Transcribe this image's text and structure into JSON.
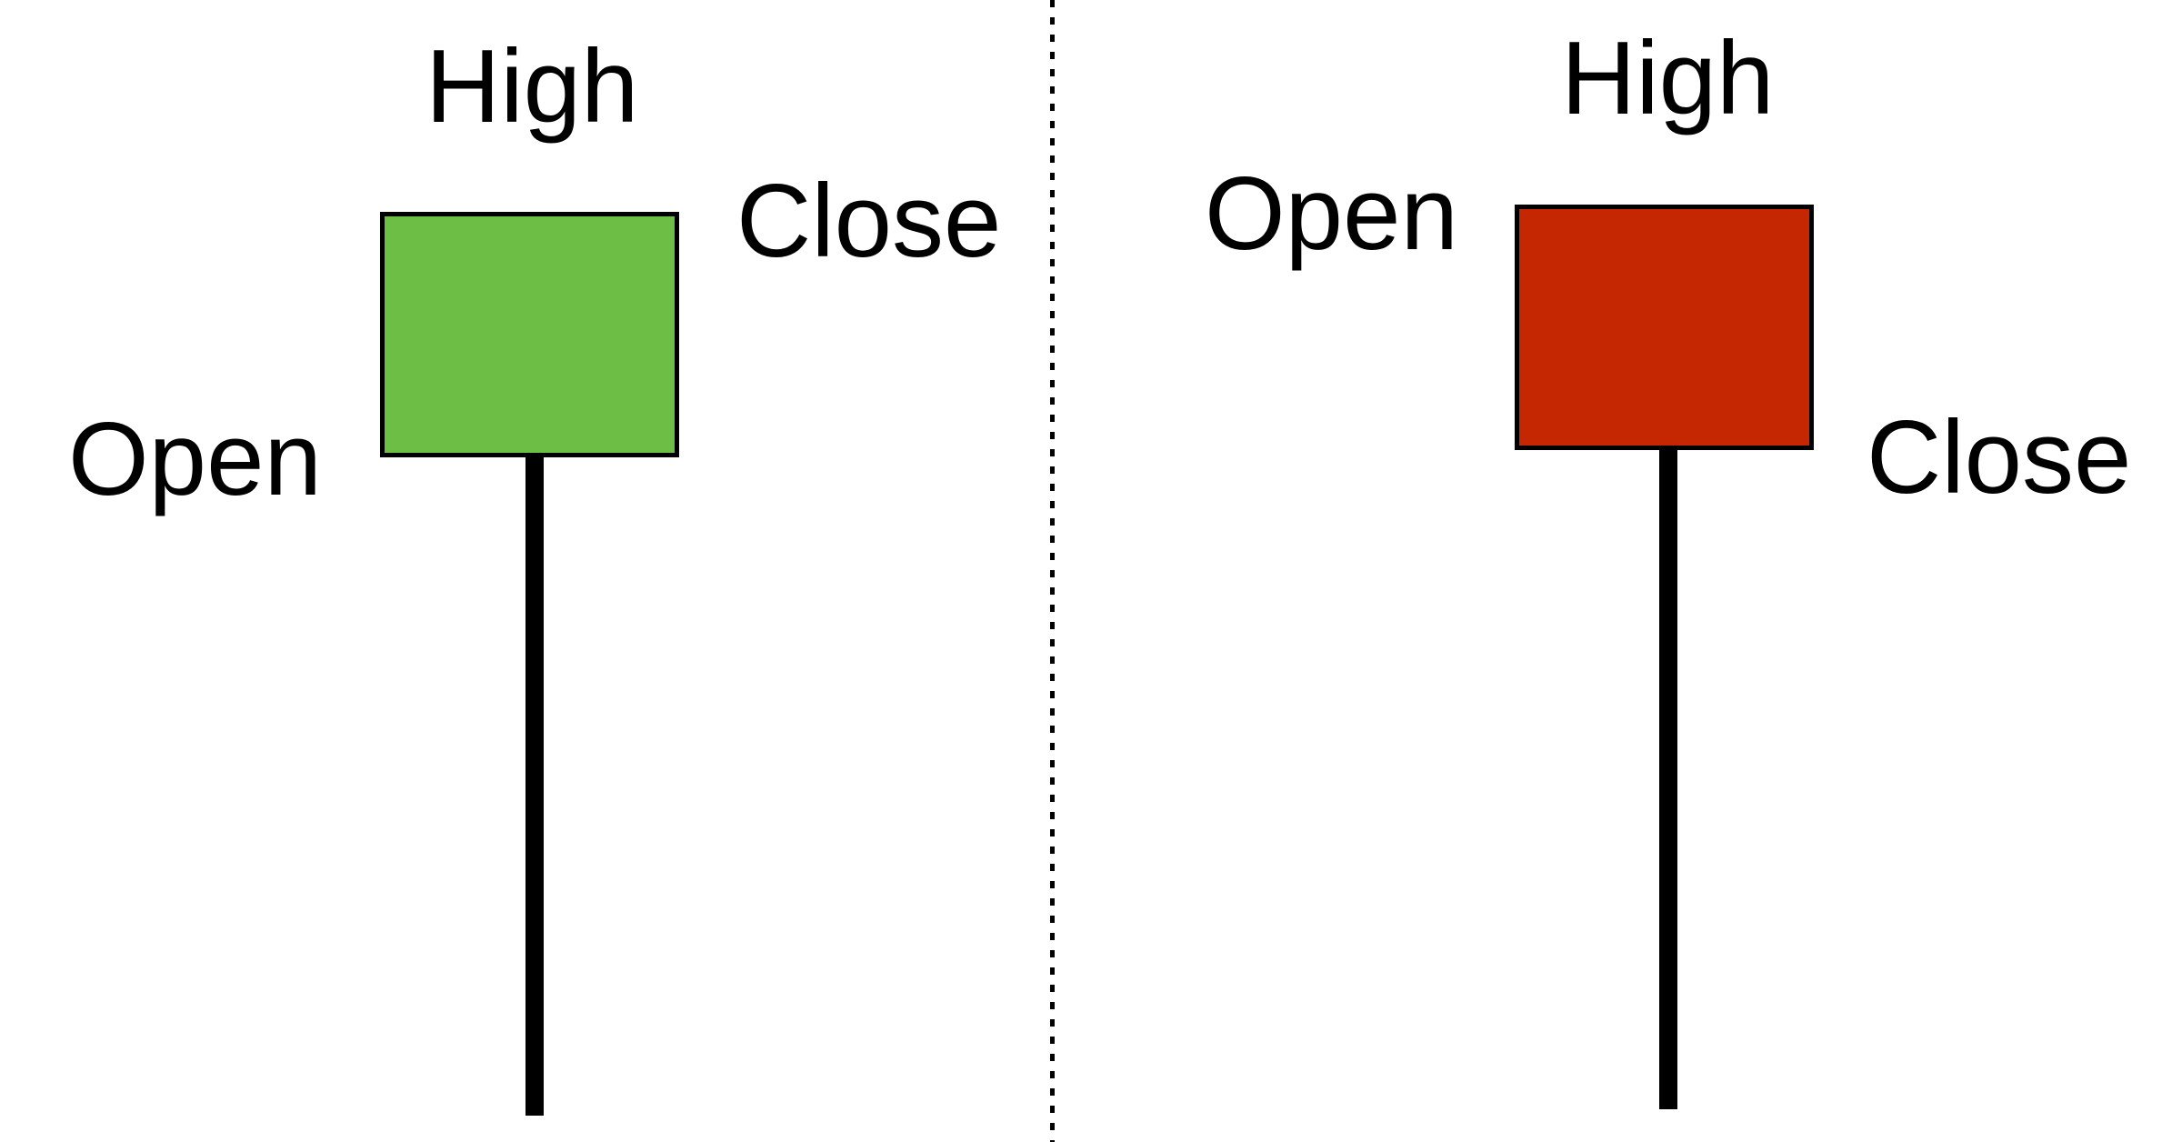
{
  "diagram": {
    "background_color": "#ffffff",
    "text_color": "#000000",
    "divider": {
      "color": "#000000",
      "style": "dashed-vertical"
    },
    "bullish_candle": {
      "direction": "bullish",
      "body_color": "#6cbf44",
      "outline_color": "#000000",
      "wick_color": "#000000",
      "labels": {
        "high": "High",
        "close": "Close",
        "open": "Open"
      }
    },
    "bearish_candle": {
      "direction": "bearish",
      "body_color": "#c62703",
      "outline_color": "#000000",
      "wick_color": "#000000",
      "labels": {
        "high": "High",
        "open": "Open",
        "close": "Close"
      }
    }
  }
}
